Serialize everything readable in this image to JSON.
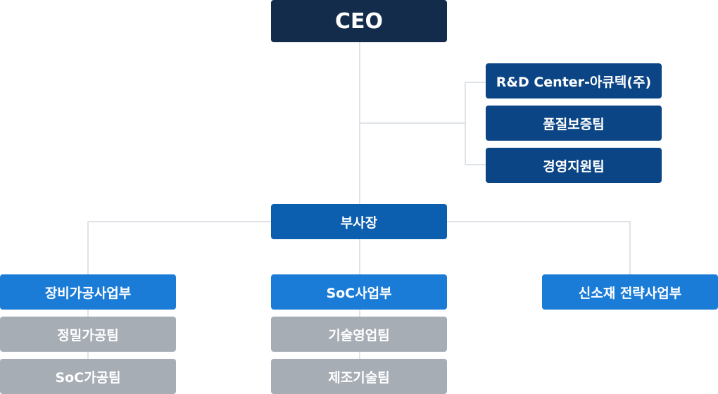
{
  "org": {
    "ceo": "CEO",
    "staff": [
      "R&D Center-아큐텍(주)",
      "품질보증팀",
      "경영지원팀"
    ],
    "vice_president": "부사장",
    "divisions": [
      {
        "label": "장비가공사업부",
        "teams": [
          "정밀가공팀",
          "SoC가공팀"
        ]
      },
      {
        "label": "SoC사업부",
        "teams": [
          "기술영업팀",
          "제조기술팀"
        ]
      },
      {
        "label": "신소재 전략사업부",
        "teams": []
      }
    ]
  },
  "colors": {
    "ceo": "#132c4b",
    "staff": "#0b4585",
    "vice_president": "#0c5fae",
    "division": "#1b7cd7",
    "team": "#a7adb5",
    "connector": "#dfe3e8"
  }
}
